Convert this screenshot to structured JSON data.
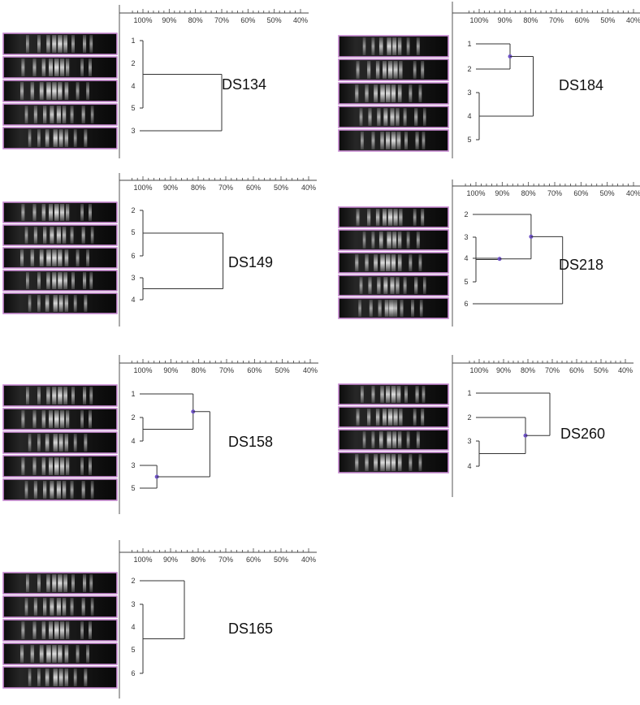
{
  "scale_ticks": [
    "100%",
    "90%",
    "80%",
    "70%",
    "60%",
    "50%",
    "40%"
  ],
  "colors": {
    "lane_border": "#c88ad2",
    "node_dot": "#6e52c6",
    "tree_line": "#333333",
    "gel_background": "#141414"
  },
  "panels": [
    {
      "name": "DS134",
      "lanes": [
        1,
        2,
        4,
        5,
        3
      ],
      "leaves": [
        {
          "label": "1",
          "sim": 100
        },
        {
          "label": "2",
          "sim": 100
        },
        {
          "label": "4",
          "sim": 100
        },
        {
          "label": "5",
          "sim": 100
        },
        {
          "label": "3",
          "sim": 100
        }
      ],
      "links": [
        {
          "children": [
            [
              "leaf",
              0
            ],
            [
              "leaf",
              3
            ]
          ],
          "sim": 100,
          "dot": false
        },
        {
          "children": [
            [
              "node",
              0
            ],
            [
              "leaf",
              4
            ]
          ],
          "sim": 70,
          "dot": false
        }
      ]
    },
    {
      "name": "DS184",
      "lanes": [
        3,
        2,
        4,
        5,
        1
      ],
      "leaves": [
        {
          "label": "1",
          "sim": 100
        },
        {
          "label": "2",
          "sim": 100
        },
        {
          "label": "3",
          "sim": 100
        },
        {
          "label": "4",
          "sim": 100
        },
        {
          "label": "5",
          "sim": 100
        }
      ],
      "links": [
        {
          "children": [
            [
              "leaf",
              0
            ],
            [
              "leaf",
              1
            ]
          ],
          "sim": 88,
          "dot": true
        },
        {
          "children": [
            [
              "leaf",
              2
            ],
            [
              "leaf",
              4
            ]
          ],
          "sim": 100,
          "dot": false
        },
        {
          "children": [
            [
              "node",
              0
            ],
            [
              "node",
              1
            ]
          ],
          "sim": 79,
          "dot": false
        }
      ]
    },
    {
      "name": "DS149",
      "lanes": [
        2,
        5,
        4,
        1,
        3
      ],
      "leaves": [
        {
          "label": "2",
          "sim": 100
        },
        {
          "label": "5",
          "sim": 100
        },
        {
          "label": "6",
          "sim": 100
        },
        {
          "label": "3",
          "sim": 100
        },
        {
          "label": "4",
          "sim": 100
        }
      ],
      "links": [
        {
          "children": [
            [
              "leaf",
              0
            ],
            [
              "leaf",
              2
            ]
          ],
          "sim": 100,
          "dot": false
        },
        {
          "children": [
            [
              "leaf",
              3
            ],
            [
              "leaf",
              4
            ]
          ],
          "sim": 100,
          "dot": false
        },
        {
          "children": [
            [
              "node",
              0
            ],
            [
              "node",
              1
            ]
          ],
          "sim": 71,
          "dot": false
        }
      ]
    },
    {
      "name": "DS218",
      "lanes": [
        2,
        3,
        4,
        5,
        6
      ],
      "leaves": [
        {
          "label": "2",
          "sim": 100
        },
        {
          "label": "3",
          "sim": 100
        },
        {
          "label": "4",
          "sim": 100
        },
        {
          "label": "5",
          "sim": 100
        },
        {
          "label": "6",
          "sim": 100
        }
      ],
      "links": [
        {
          "children": [
            [
              "leaf",
              1
            ],
            [
              "leaf",
              3
            ]
          ],
          "sim": 100,
          "dot": false
        },
        {
          "children": [
            [
              "node",
              0
            ],
            [
              "leaf",
              2
            ]
          ],
          "sim": 91,
          "dot": true
        },
        {
          "children": [
            [
              "leaf",
              0
            ],
            [
              "node",
              1
            ]
          ],
          "sim": 79,
          "dot": true
        },
        {
          "children": [
            [
              "node",
              2
            ],
            [
              "leaf",
              4
            ]
          ],
          "sim": 67,
          "dot": false
        }
      ]
    },
    {
      "name": "DS158",
      "lanes": [
        1,
        2,
        3,
        2,
        5
      ],
      "leaves": [
        {
          "label": "1",
          "sim": 100
        },
        {
          "label": "2",
          "sim": 100
        },
        {
          "label": "4",
          "sim": 100
        },
        {
          "label": "3",
          "sim": 100
        },
        {
          "label": "5",
          "sim": 100
        }
      ],
      "links": [
        {
          "children": [
            [
              "leaf",
              1
            ],
            [
              "leaf",
              2
            ]
          ],
          "sim": 100,
          "dot": false
        },
        {
          "children": [
            [
              "leaf",
              0
            ],
            [
              "node",
              0
            ]
          ],
          "sim": 82,
          "dot": true
        },
        {
          "children": [
            [
              "leaf",
              3
            ],
            [
              "leaf",
              4
            ]
          ],
          "sim": 95,
          "dot": true
        },
        {
          "children": [
            [
              "node",
              1
            ],
            [
              "node",
              2
            ]
          ],
          "sim": 76,
          "dot": false
        }
      ]
    },
    {
      "name": "DS260",
      "lanes": [
        1,
        2,
        3,
        4
      ],
      "leaves": [
        {
          "label": "1",
          "sim": 100
        },
        {
          "label": "2",
          "sim": 100
        },
        {
          "label": "3",
          "sim": 100
        },
        {
          "label": "4",
          "sim": 100
        }
      ],
      "links": [
        {
          "children": [
            [
              "leaf",
              2
            ],
            [
              "leaf",
              3
            ]
          ],
          "sim": 100,
          "dot": false
        },
        {
          "children": [
            [
              "leaf",
              1
            ],
            [
              "node",
              0
            ]
          ],
          "sim": 81,
          "dot": true
        },
        {
          "children": [
            [
              "leaf",
              0
            ],
            [
              "node",
              1
            ]
          ],
          "sim": 71,
          "dot": false
        }
      ]
    },
    {
      "name": "DS165",
      "lanes": [
        1,
        5,
        2,
        4,
        3
      ],
      "leaves": [
        {
          "label": "2",
          "sim": 100
        },
        {
          "label": "3",
          "sim": 100
        },
        {
          "label": "4",
          "sim": 100
        },
        {
          "label": "5",
          "sim": 100
        },
        {
          "label": "6",
          "sim": 100
        }
      ],
      "links": [
        {
          "children": [
            [
              "leaf",
              1
            ],
            [
              "leaf",
              4
            ]
          ],
          "sim": 100,
          "dot": false
        },
        {
          "children": [
            [
              "leaf",
              0
            ],
            [
              "node",
              0
            ]
          ],
          "sim": 85,
          "dot": false
        }
      ]
    }
  ]
}
